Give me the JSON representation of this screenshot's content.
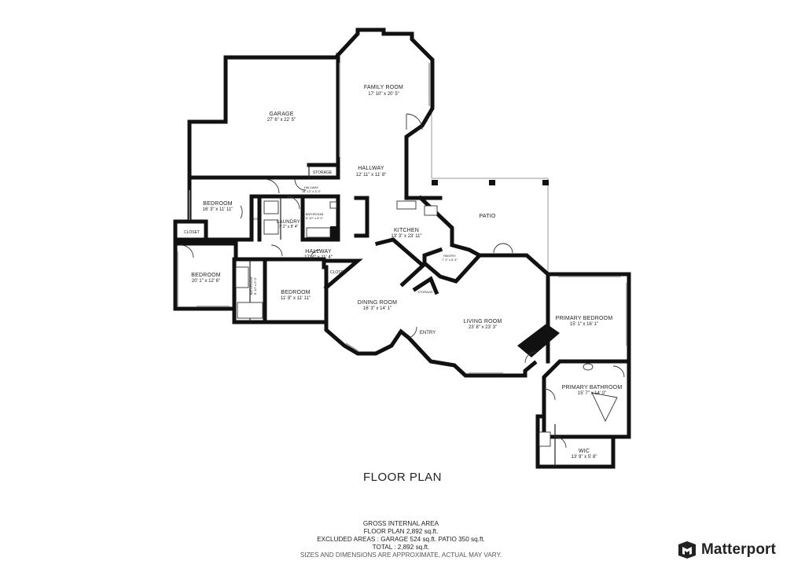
{
  "rooms": {
    "family_room": {
      "name": "FAMILY ROOM",
      "dim": "17' 10\" x 20' 5\""
    },
    "garage": {
      "name": "GARAGE",
      "dim": "27' 6\" x 22' 5\""
    },
    "storage": {
      "name": "STORAGE"
    },
    "hallway_main": {
      "name": "HALLWAY",
      "dim": "12' 11\" x 11' 8\""
    },
    "hallway_small": {
      "name": "HALLWAY",
      "dim": "16' 12\" x 3' 3\""
    },
    "bedroom_1": {
      "name": "BEDROOM",
      "dim": "16' 3\" x 11' 11\""
    },
    "closet_bed1": {
      "name": "CLOSET"
    },
    "laundry": {
      "name": "LAUNDRY",
      "dim": "7' 2\" x 8' 4\""
    },
    "bathroom_1": {
      "name": "BATHROOM",
      "dim": "8' 10\" x 8' 4\""
    },
    "closet_west": {
      "name": "CLOSET"
    },
    "bedroom_2": {
      "name": "BEDROOM",
      "dim": "20' 1\" x 12' 6\""
    },
    "hallway_lower": {
      "name": "HALLWAY",
      "dim": "17' 4\" x 11' 4\""
    },
    "bathroom_2": {
      "name": "BATHROOM",
      "dim": "8' 10\" x 6' 0\""
    },
    "bedroom_3": {
      "name": "BEDROOM",
      "dim": "11' 8\" x 11' 11\""
    },
    "closet_lower": {
      "name": "CLOSET"
    },
    "kitchen": {
      "name": "KITCHEN",
      "dim": "13' 3\" x 23' 11\""
    },
    "pantry": {
      "name": "PANTRY",
      "dim": "7' 2\" x 8' 4\""
    },
    "storage_small": {
      "name": "STORAGE"
    },
    "patio": {
      "name": "PATIO"
    },
    "dining_room": {
      "name": "DINING ROOM",
      "dim": "16' 3\" x 14' 1\""
    },
    "entry": {
      "name": "ENTRY"
    },
    "living_room": {
      "name": "LIVING ROOM",
      "dim": "23' 8\" x 23' 3\""
    },
    "primary_bedroom": {
      "name": "PRIMARY BEDROOM",
      "dim": "15' 1\" x 16' 1\""
    },
    "primary_bathroom": {
      "name": "PRIMARY BATHROOM",
      "dim": "15' 7\" x 14' 0\""
    },
    "wic": {
      "name": "WIC",
      "dim": "13' 9\" x 5' 8\""
    }
  },
  "footer": {
    "title": "FLOOR PLAN",
    "gross_heading": "GROSS INTERNAL AREA",
    "floor_plan_line": "FLOOR PLAN 2,892 sq.ft.",
    "excluded_line": "EXCLUDED AREAS :  GARAGE 524 sq.ft.   PATIO 350 sq.ft.",
    "total_line": "TOTAL :  2,892 sq.ft.",
    "disclaimer": "SIZES AND DIMENSIONS ARE APPROXIMATE, ACTUAL MAY VARY."
  },
  "brand": {
    "name": "Matterport",
    "logo_icon": "matterport-logo-icon",
    "color": "#222222"
  }
}
